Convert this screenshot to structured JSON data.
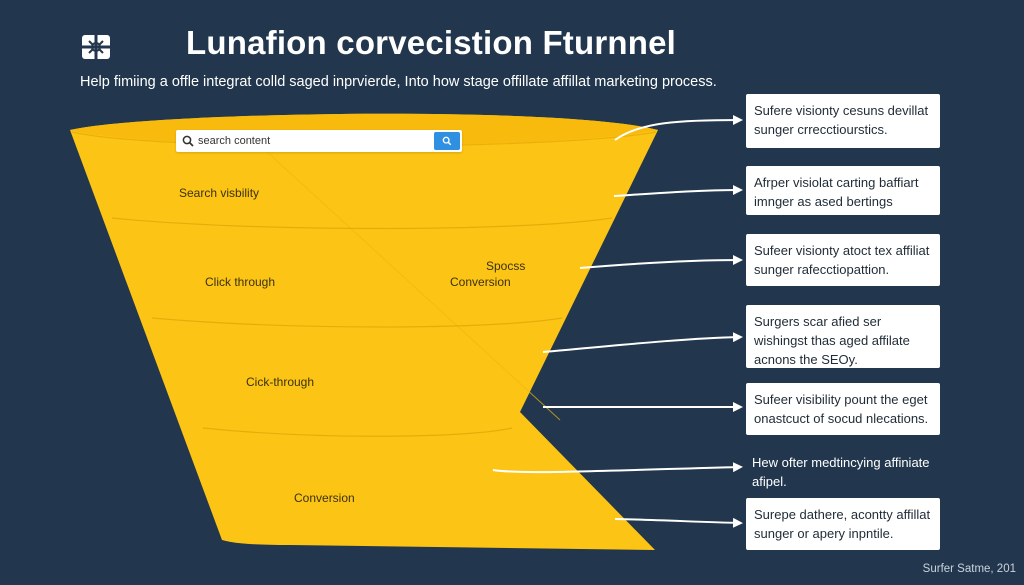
{
  "header": {
    "logo_icon": "puzzle-square-icon",
    "title": "Lunafion corvecistion Fturnnel",
    "subtitle": "Help fimiing a offle integrat colld saged inprvierde, Into how stage offillate affillat marketing process."
  },
  "search": {
    "placeholder": "search content",
    "value": "",
    "button_icon": "search-icon"
  },
  "funnel": {
    "color": "#fcc414",
    "stages": [
      {
        "label": "Search visbility"
      },
      {
        "label": "Click through"
      },
      {
        "label": "Spocss"
      },
      {
        "label": "Conversion"
      },
      {
        "label": "Cick-through"
      },
      {
        "label": "Conversion"
      }
    ]
  },
  "annotations": [
    {
      "text": "Sufere visionty cesuns devillat sunger crrecctiourstics."
    },
    {
      "text": "Afrper visiolat carting baffiart imnger as ased bertings"
    },
    {
      "text": "Sufeer visionty atoct tex affiliat sunger rafecctiopattion."
    },
    {
      "text": "Surgers scar afied ser wishingst thas aged affilate acnons the SEOy."
    },
    {
      "text": "Sufeer visibility pount the eget onastcuct of socud nlecations."
    },
    {
      "text": "Hew ofter medtincying affiniate afipel."
    },
    {
      "text": "Surepe dathere, acontty affillat sunger or apery inpntile."
    }
  ],
  "footer": {
    "credit": "Surfer Satme, 201"
  },
  "colors": {
    "background": "#22374d",
    "funnel": "#fcc414",
    "accent_button": "#2f8fe0",
    "note_bg": "#ffffff",
    "arrow": "#ffffff"
  }
}
